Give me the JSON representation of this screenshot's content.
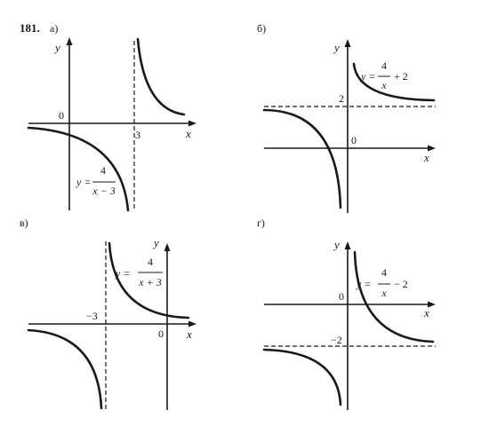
{
  "problem": {
    "number": "181.",
    "axis_x": "x",
    "axis_y": "y",
    "graphs": [
      {
        "label": "а)",
        "origin": "0",
        "asymptote_label": "3",
        "formula": {
          "lhs": "y =",
          "numerator": "4",
          "denominator": "x − 3",
          "tail": ""
        }
      },
      {
        "label": "б)",
        "origin": "0",
        "asymptote_label": "2",
        "formula": {
          "lhs": "y =",
          "numerator": "4",
          "denominator": "x",
          "tail": "+ 2"
        }
      },
      {
        "label": "в)",
        "origin": "0",
        "asymptote_label": "−3",
        "formula": {
          "lhs": "y =",
          "numerator": "4",
          "denominator": "x + 3",
          "tail": ""
        }
      },
      {
        "label": "г)",
        "origin": "0",
        "asymptote_label": "−2",
        "formula": {
          "lhs": "y =",
          "numerator": "4",
          "denominator": "x",
          "tail": "− 2"
        }
      }
    ]
  }
}
